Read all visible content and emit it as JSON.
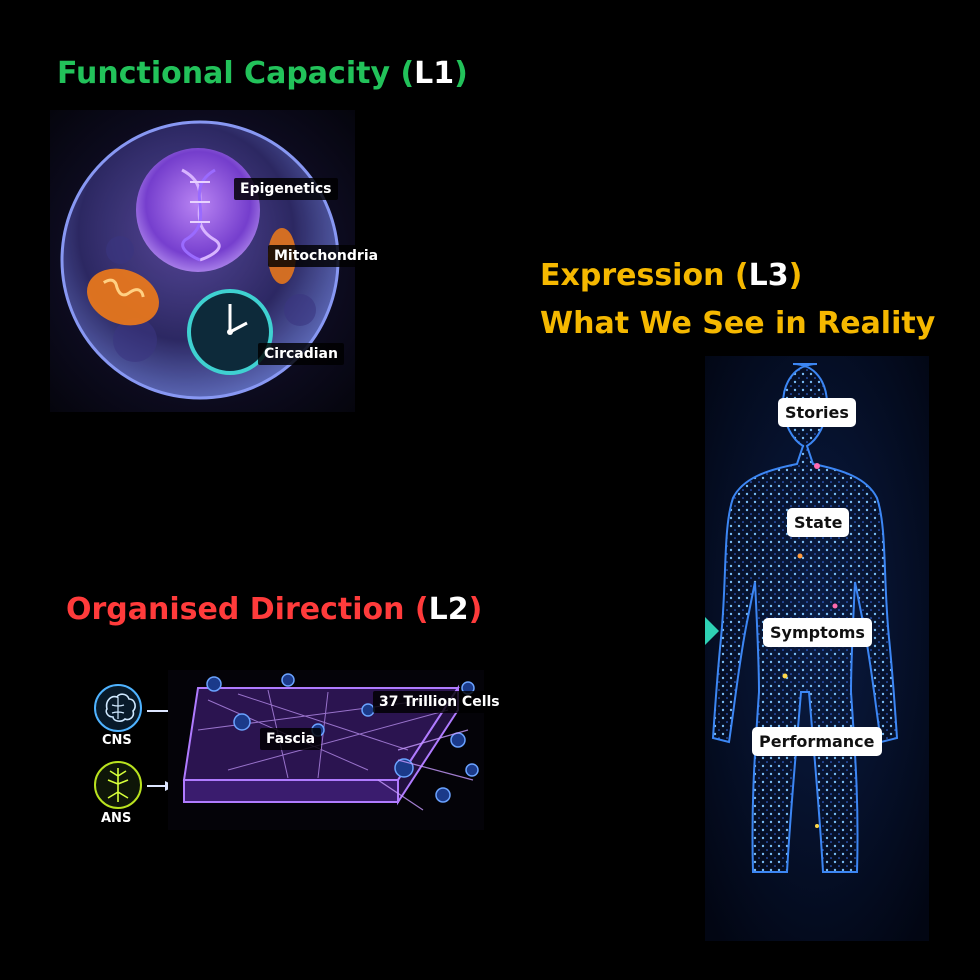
{
  "l1": {
    "title": "Functional Capacity (",
    "level": "L1",
    "close": ")",
    "color": "#22c25a",
    "labels": [
      "Epigenetics",
      "Mitochondria",
      "Circadian"
    ]
  },
  "l2": {
    "title": "Organised Direction (",
    "level": "L2",
    "close": ")",
    "color": "#ff3b3b",
    "labels": {
      "cns": "CNS",
      "ans": "ANS",
      "fascia": "Fascia",
      "cells": "37 Trillion Cells"
    }
  },
  "l3": {
    "title": "Expression (",
    "level": "L3",
    "close": ")",
    "subtitle": "What We See in Reality",
    "color": "#f5b800",
    "labels": [
      "Stories",
      "State",
      "Symptoms",
      "Performance"
    ]
  },
  "icons": [
    "cell-icon",
    "dna-icon",
    "mitochondria-icon",
    "clock-icon",
    "brain-icon",
    "nerve-icon",
    "fascia-icon",
    "human-body-icon",
    "arrow-icon"
  ]
}
